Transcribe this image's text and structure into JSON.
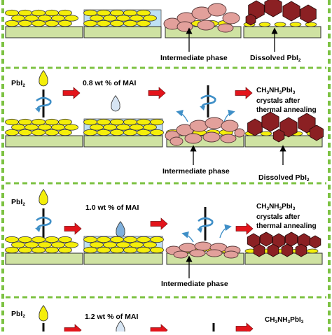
{
  "colors": {
    "border_dash": "#7cc242",
    "substrate": "#cfe2a2",
    "substrate_edge": "#2e2e2e",
    "pbi2_film": "#f4ee0a",
    "mai_solution": "#bfe0f3",
    "intermediate": "#e2a09b",
    "crystal": "#8b2023",
    "arrow": "#e3141b",
    "droplet_light": "#d7e5f3",
    "droplet_mid": "#7fb0dc",
    "spin_arrow": "#3f8fc7"
  },
  "icons": {
    "droplet": "droplet-icon",
    "spinner": "spin-coater-icon",
    "process_arrow": "right-arrow-icon",
    "vapor_arrow": "curved-arrow-icon",
    "pointer_arrow": "pointer-arrow-icon"
  },
  "rows": [
    {
      "id": "row-top",
      "label_mid": "Intermediate phase",
      "label_right": "Dissolved PbI",
      "label_right_sub": "2"
    },
    {
      "id": "row-08",
      "reagent": "PbI",
      "reagent_sub": "2",
      "concentration": "0.8 wt % of MAI",
      "product_lines": [
        {
          "pre": "CH",
          "s1": "3",
          "mid": "NH",
          "s2": "3",
          "post": "PbI",
          "s3": "3"
        },
        {
          "text": "crystals after"
        },
        {
          "text": "thermal annealing"
        }
      ],
      "label_mid": "Intermediate phase",
      "label_right": "Dissolved PbI",
      "label_right_sub": "2"
    },
    {
      "id": "row-10",
      "reagent": "PbI",
      "reagent_sub": "2",
      "concentration": "1.0 wt % of MAI",
      "product_lines": [
        {
          "pre": "CH",
          "s1": "3",
          "mid": "NH",
          "s2": "3",
          "post": "PbI",
          "s3": "3"
        },
        {
          "text": "crystals after"
        },
        {
          "text": "thermal annealing"
        }
      ],
      "label_mid": "Intermediate phase"
    },
    {
      "id": "row-12",
      "reagent": "PbI",
      "reagent_sub": "2",
      "concentration": "1.2 wt % of MAI",
      "product_lines": [
        {
          "pre": "CH",
          "s1": "3",
          "mid": "NH",
          "s2": "3",
          "post": "PbI",
          "s3": "3"
        }
      ]
    }
  ]
}
